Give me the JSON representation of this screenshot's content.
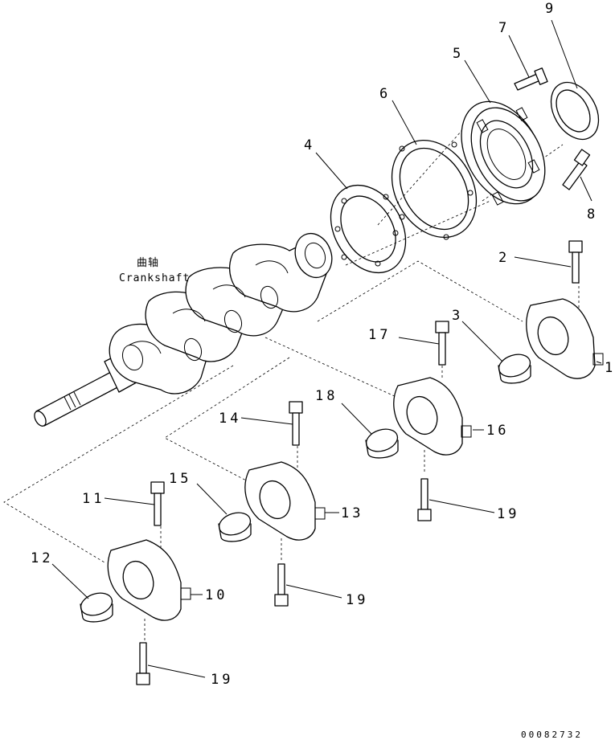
{
  "title": {
    "cn": "曲轴",
    "en": "Crankshaft"
  },
  "drawing_number": "00082732",
  "callouts": [
    {
      "id": "c1",
      "label": "1"
    },
    {
      "id": "c2",
      "label": "2"
    },
    {
      "id": "c3",
      "label": "3"
    },
    {
      "id": "c4",
      "label": "4"
    },
    {
      "id": "c5",
      "label": "5"
    },
    {
      "id": "c6",
      "label": "6"
    },
    {
      "id": "c7",
      "label": "7"
    },
    {
      "id": "c8",
      "label": "8"
    },
    {
      "id": "c9",
      "label": "9"
    },
    {
      "id": "c10",
      "label": "10"
    },
    {
      "id": "c11",
      "label": "11"
    },
    {
      "id": "c12",
      "label": "12"
    },
    {
      "id": "c13",
      "label": "13"
    },
    {
      "id": "c14",
      "label": "14"
    },
    {
      "id": "c15",
      "label": "15"
    },
    {
      "id": "c16",
      "label": "16"
    },
    {
      "id": "c17",
      "label": "17"
    },
    {
      "id": "c18",
      "label": "18"
    },
    {
      "id": "c19a",
      "label": "19"
    },
    {
      "id": "c19b",
      "label": "19"
    },
    {
      "id": "c19c",
      "label": "19"
    }
  ]
}
